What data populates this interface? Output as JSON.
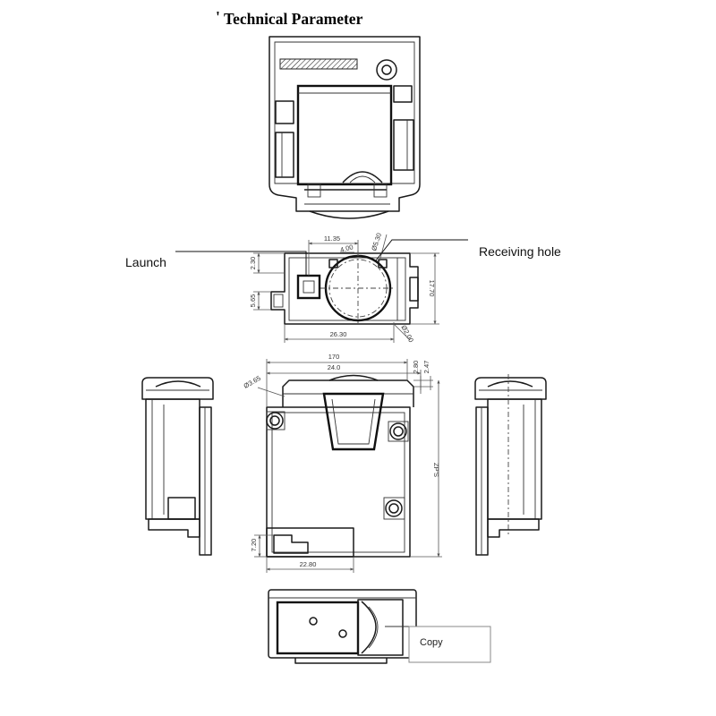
{
  "header": {
    "mark": "'",
    "title": "Technical Parameter"
  },
  "callouts": {
    "launch": "Launch",
    "receiving_hole": "Receiving hole"
  },
  "front_view": {
    "dim_a": "11.35",
    "dim_b": "4.00",
    "dim_c": "Ø5.30",
    "dim_d": "2.30",
    "dim_e": "5.65",
    "dim_f": "17.70",
    "dim_g": "26.30",
    "dim_h": "Ø2.00"
  },
  "main_view": {
    "dim_a": "170",
    "dim_b": "24.0",
    "dim_c": "Ø3.65",
    "dim_d": "2.80",
    "dim_e": "2.47",
    "dim_f": "ZP'S",
    "dim_g": "7.20",
    "dim_h": "22.80"
  },
  "copy_box": {
    "label": "Copy"
  }
}
